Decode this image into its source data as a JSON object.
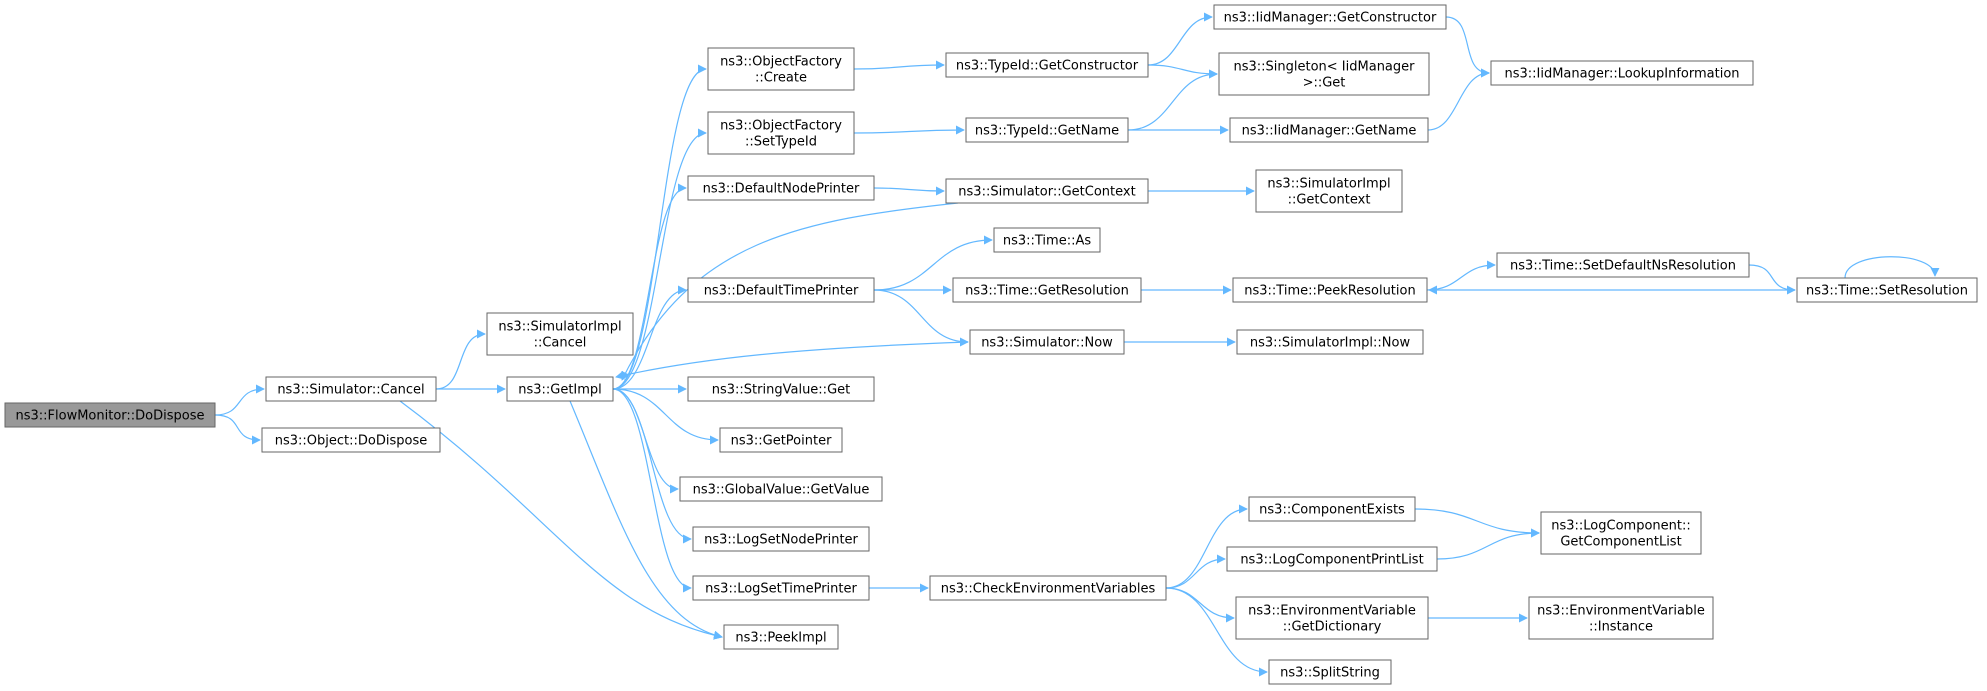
{
  "graph": {
    "colors": {
      "edge": "#63b8ff",
      "node_border": "#666666",
      "root_fill": "#999999",
      "node_fill": "#ffffff",
      "text": "#000000"
    },
    "nodes": [
      {
        "id": "root",
        "lines": [
          "ns3::FlowMonitor::DoDispose"
        ],
        "root": true
      },
      {
        "id": "simCancel",
        "lines": [
          "ns3::Simulator::Cancel"
        ]
      },
      {
        "id": "objDoDispose",
        "lines": [
          "ns3::Object::DoDispose"
        ]
      },
      {
        "id": "simImplCancel",
        "lines": [
          "ns3::SimulatorImpl",
          "::Cancel"
        ]
      },
      {
        "id": "getImpl",
        "lines": [
          "ns3::GetImpl"
        ]
      },
      {
        "id": "peekImpl",
        "lines": [
          "ns3::PeekImpl"
        ]
      },
      {
        "id": "ofCreate",
        "lines": [
          "ns3::ObjectFactory",
          "::Create"
        ]
      },
      {
        "id": "ofSetTypeId",
        "lines": [
          "ns3::ObjectFactory",
          "::SetTypeId"
        ]
      },
      {
        "id": "defNodePrinter",
        "lines": [
          "ns3::DefaultNodePrinter"
        ]
      },
      {
        "id": "defTimePrinter",
        "lines": [
          "ns3::DefaultTimePrinter"
        ]
      },
      {
        "id": "strValueGet",
        "lines": [
          "ns3::StringValue::Get"
        ]
      },
      {
        "id": "getPointer",
        "lines": [
          "ns3::GetPointer"
        ]
      },
      {
        "id": "gvGetValue",
        "lines": [
          "ns3::GlobalValue::GetValue"
        ]
      },
      {
        "id": "logSetNodePrinter",
        "lines": [
          "ns3::LogSetNodePrinter"
        ]
      },
      {
        "id": "logSetTimePrinter",
        "lines": [
          "ns3::LogSetTimePrinter"
        ]
      },
      {
        "id": "tidGetConstructor",
        "lines": [
          "ns3::TypeId::GetConstructor"
        ]
      },
      {
        "id": "tidGetName",
        "lines": [
          "ns3::TypeId::GetName"
        ]
      },
      {
        "id": "simGetContext",
        "lines": [
          "ns3::Simulator::GetContext"
        ]
      },
      {
        "id": "timeAs",
        "lines": [
          "ns3::Time::As"
        ]
      },
      {
        "id": "timeGetResolution",
        "lines": [
          "ns3::Time::GetResolution"
        ]
      },
      {
        "id": "simNow",
        "lines": [
          "ns3::Simulator::Now"
        ]
      },
      {
        "id": "checkEnvVars",
        "lines": [
          "ns3::CheckEnvironmentVariables"
        ]
      },
      {
        "id": "iidGetConstructor",
        "lines": [
          "ns3::IidManager::GetConstructor"
        ]
      },
      {
        "id": "singletonGet",
        "lines": [
          "ns3::Singleton< IidManager",
          ">::Get"
        ]
      },
      {
        "id": "iidGetName",
        "lines": [
          "ns3::IidManager::GetName"
        ]
      },
      {
        "id": "simImplGetContext",
        "lines": [
          "ns3::SimulatorImpl",
          "::GetContext"
        ]
      },
      {
        "id": "timePeekResolution",
        "lines": [
          "ns3::Time::PeekResolution"
        ]
      },
      {
        "id": "simImplNow",
        "lines": [
          "ns3::SimulatorImpl::Now"
        ]
      },
      {
        "id": "iidLookup",
        "lines": [
          "ns3::IidManager::LookupInformation"
        ]
      },
      {
        "id": "timeSetDefaultNs",
        "lines": [
          "ns3::Time::SetDefaultNsResolution"
        ]
      },
      {
        "id": "timeSetResolution",
        "lines": [
          "ns3::Time::SetResolution"
        ]
      },
      {
        "id": "componentExists",
        "lines": [
          "ns3::ComponentExists"
        ]
      },
      {
        "id": "logCompPrintList",
        "lines": [
          "ns3::LogComponentPrintList"
        ]
      },
      {
        "id": "envVarGetDict",
        "lines": [
          "ns3::EnvironmentVariable",
          "::GetDictionary"
        ]
      },
      {
        "id": "splitString",
        "lines": [
          "ns3::SplitString"
        ]
      },
      {
        "id": "logCompGetList",
        "lines": [
          "ns3::LogComponent::",
          "GetComponentList"
        ]
      },
      {
        "id": "envVarInstance",
        "lines": [
          "ns3::EnvironmentVariable",
          "::Instance"
        ]
      }
    ],
    "edges": [
      [
        "root",
        "simCancel"
      ],
      [
        "root",
        "objDoDispose"
      ],
      [
        "simCancel",
        "simImplCancel"
      ],
      [
        "simCancel",
        "getImpl"
      ],
      [
        "simCancel",
        "peekImpl"
      ],
      [
        "getImpl",
        "ofCreate"
      ],
      [
        "getImpl",
        "ofSetTypeId"
      ],
      [
        "getImpl",
        "defNodePrinter"
      ],
      [
        "getImpl",
        "defTimePrinter"
      ],
      [
        "getImpl",
        "strValueGet"
      ],
      [
        "getImpl",
        "getPointer"
      ],
      [
        "getImpl",
        "gvGetValue"
      ],
      [
        "getImpl",
        "logSetNodePrinter"
      ],
      [
        "getImpl",
        "logSetTimePrinter"
      ],
      [
        "getImpl",
        "peekImpl"
      ],
      [
        "simGetContext",
        "getImpl"
      ],
      [
        "simNow",
        "getImpl"
      ],
      [
        "ofCreate",
        "tidGetConstructor"
      ],
      [
        "ofSetTypeId",
        "tidGetName"
      ],
      [
        "defNodePrinter",
        "simGetContext"
      ],
      [
        "defTimePrinter",
        "timeAs"
      ],
      [
        "defTimePrinter",
        "timeGetResolution"
      ],
      [
        "defTimePrinter",
        "simNow"
      ],
      [
        "logSetTimePrinter",
        "checkEnvVars"
      ],
      [
        "tidGetConstructor",
        "iidGetConstructor"
      ],
      [
        "tidGetConstructor",
        "singletonGet"
      ],
      [
        "tidGetName",
        "singletonGet"
      ],
      [
        "tidGetName",
        "iidGetName"
      ],
      [
        "iidGetConstructor",
        "iidLookup"
      ],
      [
        "iidGetName",
        "iidLookup"
      ],
      [
        "simGetContext",
        "simImplGetContext"
      ],
      [
        "timeGetResolution",
        "timePeekResolution"
      ],
      [
        "simNow",
        "simImplNow"
      ],
      [
        "timePeekResolution",
        "timeSetDefaultNs"
      ],
      [
        "timeSetDefaultNs",
        "timeSetResolution"
      ],
      [
        "timeSetResolution",
        "timePeekResolution"
      ],
      [
        "timeSetResolution",
        "timeSetResolution"
      ],
      [
        "checkEnvVars",
        "componentExists"
      ],
      [
        "checkEnvVars",
        "logCompPrintList"
      ],
      [
        "checkEnvVars",
        "envVarGetDict"
      ],
      [
        "checkEnvVars",
        "splitString"
      ],
      [
        "componentExists",
        "logCompGetList"
      ],
      [
        "logCompPrintList",
        "logCompGetList"
      ],
      [
        "envVarGetDict",
        "envVarInstance"
      ]
    ]
  }
}
